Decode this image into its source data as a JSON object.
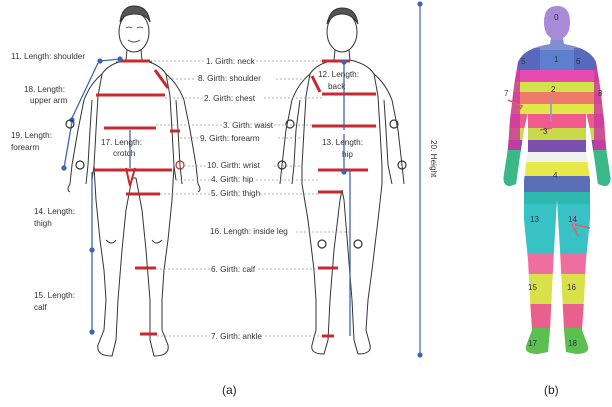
{
  "colors": {
    "measure_red": "#c8282f",
    "length_blue": "#3f65b5",
    "outline": "#333333",
    "leader": "#888888"
  },
  "labels": {
    "len_shoulder": "11. Length: shoulder",
    "len_upper_arm_1": "18. Length:",
    "len_upper_arm_2": "upper arm",
    "len_forearm_1": "19. Length:",
    "len_forearm_2": "forearm",
    "len_crotch_1": "17. Length:",
    "len_crotch_2": "crotch",
    "len_thigh_1": "14. Length:",
    "len_thigh_2": "thigh",
    "len_calf_1": "15. Length:",
    "len_calf_2": "calf",
    "girth_neck": "1. Girth: neck",
    "girth_shoulder": "8. Girth: shoulder",
    "girth_chest": "2. Girth: chest",
    "girth_waist": "3. Girth: waist",
    "girth_forearm": "9. Girth: forearm",
    "girth_wrist": "10. Girth: wrist",
    "girth_hip": "4. Girth: hip",
    "girth_thigh": "5. Girth: thigh",
    "len_inside_leg": "16. Length: inside leg",
    "girth_calf": "6. Girth: calf",
    "girth_ankle": "7. Girth: ankle",
    "len_back_1": "12. Length:",
    "len_back_2": "back",
    "len_hip_1": "13. Length:",
    "len_hip_2": "hip",
    "height": "20. Height"
  },
  "captions": {
    "a": "(a)",
    "b": "(b)"
  },
  "segments": [
    "0",
    "1",
    "5",
    "6",
    "7",
    "8",
    "2",
    "3",
    "4",
    "13",
    "14",
    "15",
    "16",
    "17",
    "18"
  ]
}
